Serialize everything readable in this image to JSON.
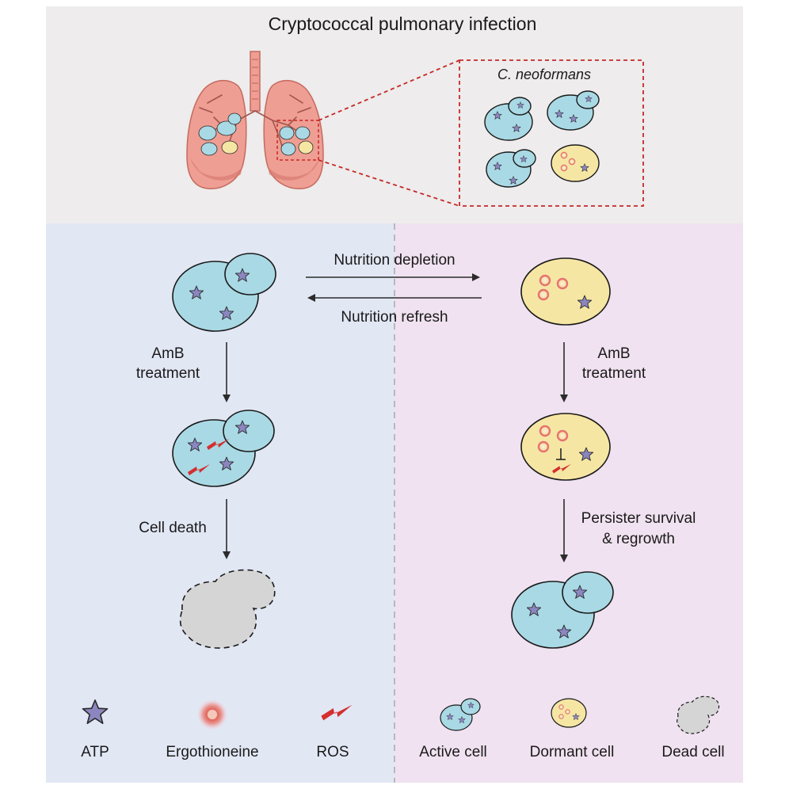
{
  "title": "Cryptococcal pulmonary infection",
  "inset_label": "C. neoformans",
  "arrows": {
    "nutrition_depletion": "Nutrition depletion",
    "nutrition_refresh": "Nutrition refresh",
    "amb_left_1": "AmB",
    "amb_left_2": "treatment",
    "amb_right_1": "AmB",
    "amb_right_2": "treatment",
    "cell_death": "Cell death",
    "persister_1": "Persister survival",
    "persister_2": "& regrowth"
  },
  "legend": {
    "atp": "ATP",
    "ergothioneine": "Ergothioneine",
    "ros": "ROS",
    "active_cell": "Active cell",
    "dormant_cell": "Dormant cell",
    "dead_cell": "Dead cell"
  },
  "colors": {
    "top_panel_bg": "#eeecec",
    "left_panel_bg": "#e2e7f4",
    "right_panel_bg": "#f0e2f0",
    "active_cell_fill": "#a9d9e4",
    "dormant_cell_fill": "#f6e6a4",
    "dead_cell_fill": "#d5d5d5",
    "atp_star": "#8c86c0",
    "ros_bolt": "#d32f2f",
    "ergothioneine": "#e0726a",
    "lung": "#ef9e93",
    "inset_border": "#c62828"
  }
}
